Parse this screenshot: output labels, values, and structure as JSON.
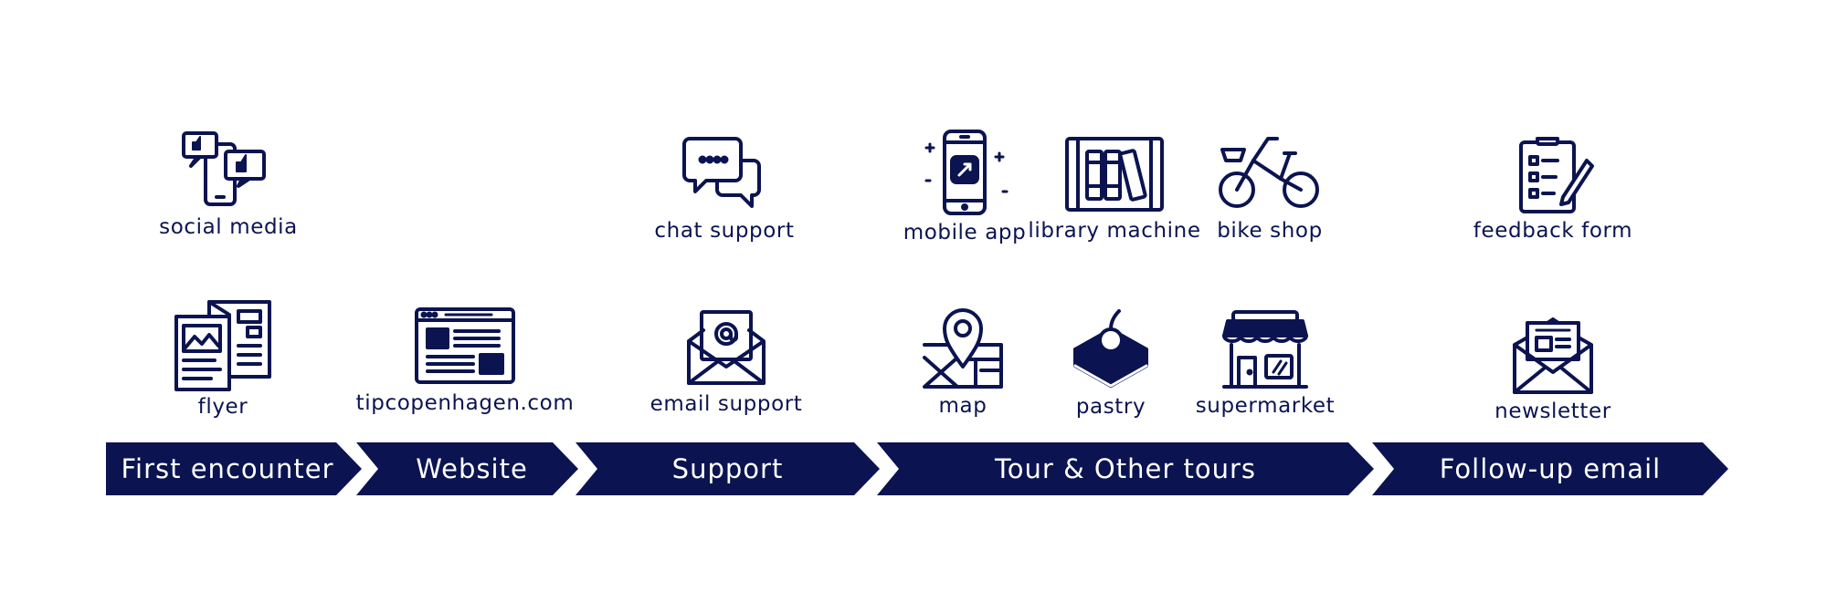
{
  "colors": {
    "navy": "#0b1450",
    "background": "#ffffff"
  },
  "stages": [
    {
      "label": "First encounter"
    },
    {
      "label": "Website"
    },
    {
      "label": "Support"
    },
    {
      "label": "Tour & Other tours"
    },
    {
      "label": "Follow-up email"
    }
  ],
  "touchpoints": {
    "social_media": {
      "label": "social media",
      "icon": "social-media-icon"
    },
    "chat_support": {
      "label": "chat support",
      "icon": "chat-bubbles-icon"
    },
    "mobile_app": {
      "label": "mobile app",
      "icon": "smartphone-rocket-icon"
    },
    "library_machine": {
      "label": "library machine",
      "icon": "library-books-icon"
    },
    "bike_shop": {
      "label": "bike shop",
      "icon": "bicycle-icon"
    },
    "feedback_form": {
      "label": "feedback form",
      "icon": "clipboard-checklist-icon"
    },
    "flyer": {
      "label": "flyer",
      "icon": "flyer-icon"
    },
    "website": {
      "label": "tipcopenhagen.com",
      "icon": "browser-window-icon"
    },
    "email_support": {
      "label": "email support",
      "icon": "email-envelope-icon"
    },
    "map": {
      "label": "map",
      "icon": "map-pin-icon"
    },
    "pastry": {
      "label": "pastry",
      "icon": "pastry-icon"
    },
    "supermarket": {
      "label": "supermarket",
      "icon": "storefront-icon"
    },
    "newsletter": {
      "label": "newsletter",
      "icon": "newsletter-envelope-icon"
    }
  }
}
